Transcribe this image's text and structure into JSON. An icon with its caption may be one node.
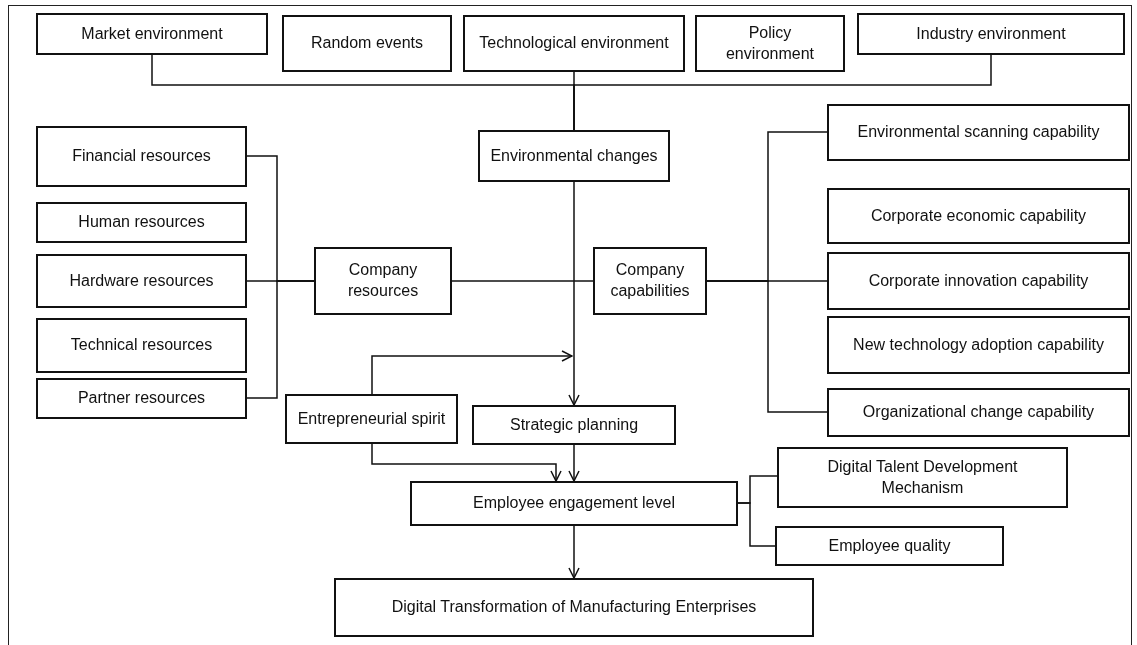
{
  "diagram": {
    "nodes": [
      {
        "text": [
          "Market environment"
        ]
      },
      {
        "text": [
          "Random events"
        ]
      },
      {
        "text": [
          "Technological environment"
        ]
      },
      {
        "text": [
          "Policy environment"
        ]
      },
      {
        "text": [
          "Industry environment"
        ]
      },
      {
        "text": [
          "Environmental changes"
        ]
      },
      {
        "text": [
          "Financial resources"
        ]
      },
      {
        "text": [
          "Human resources"
        ]
      },
      {
        "text": [
          "Hardware resources"
        ]
      },
      {
        "text": [
          "Technical resources"
        ]
      },
      {
        "text": [
          "Partner resources"
        ]
      },
      {
        "text": [
          "Company resources"
        ]
      },
      {
        "text": [
          "Company capabilities"
        ]
      },
      {
        "text": [
          "Environmental scanning capability"
        ]
      },
      {
        "text": [
          "Corporate economic capability"
        ]
      },
      {
        "text": [
          "Corporate innovation capability"
        ]
      },
      {
        "text": [
          "New technology adoption capability"
        ]
      },
      {
        "text": [
          "Organizational change capability"
        ]
      },
      {
        "text": [
          "Entrepreneurial spirit"
        ]
      },
      {
        "text": [
          "Strategic planning"
        ]
      },
      {
        "text": [
          "Employee engagement level"
        ]
      },
      {
        "text": [
          "Digital Talent Development Mechanism"
        ]
      },
      {
        "text": [
          "Employee quality"
        ]
      },
      {
        "text": [
          "Digital Transformation of Manufacturing Enterprises"
        ]
      }
    ],
    "edges": [
      {
        "from": 0,
        "to": 5,
        "arrow": "none"
      },
      {
        "from": 2,
        "to": 5,
        "arrow": "none"
      },
      {
        "from": 4,
        "to": 5,
        "arrow": "none"
      },
      {
        "from": 5,
        "to": 19,
        "arrow": "to"
      },
      {
        "from": 6,
        "to": 11,
        "arrow": "none"
      },
      {
        "from": 8,
        "to": 11,
        "arrow": "none"
      },
      {
        "from": 10,
        "to": 11,
        "arrow": "none"
      },
      {
        "from": 11,
        "to": 12,
        "arrow": "none"
      },
      {
        "from": 12,
        "to": 13,
        "arrow": "none"
      },
      {
        "from": 12,
        "to": 15,
        "arrow": "none"
      },
      {
        "from": 12,
        "to": 17,
        "arrow": "none"
      },
      {
        "from": 18,
        "to": null,
        "arrow": "to"
      },
      {
        "from": 18,
        "to": 20,
        "arrow": "to"
      },
      {
        "from": 19,
        "to": 20,
        "arrow": "to"
      },
      {
        "from": 20,
        "to": 21,
        "arrow": "none"
      },
      {
        "from": 20,
        "to": 22,
        "arrow": "none"
      },
      {
        "from": 20,
        "to": 23,
        "arrow": "to"
      }
    ]
  }
}
